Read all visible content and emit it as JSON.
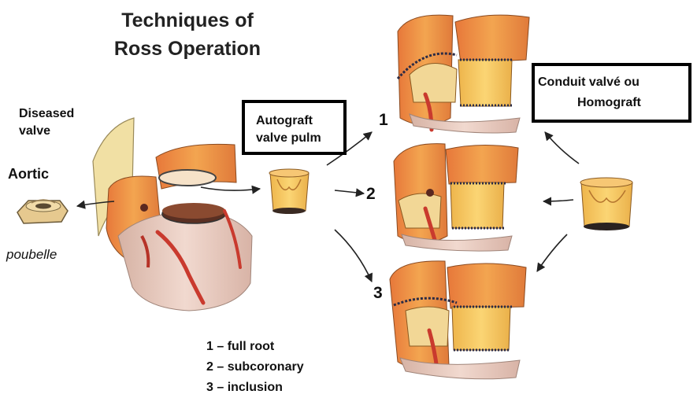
{
  "title": {
    "line1": "Techniques of",
    "line2": "Ross Operation"
  },
  "labels": {
    "diseased": {
      "line1": "Diseased",
      "line2": "valve"
    },
    "aortic": "Aortic",
    "poubelle": "poubelle",
    "autograft": {
      "line1": "Autograft",
      "line2": "valve pulm"
    },
    "homograft": {
      "line1": "Conduit valvé ou",
      "line2": "Homograft"
    }
  },
  "numbers": [
    "1",
    "2",
    "3"
  ],
  "legend": [
    "1 – full root",
    "2 – subcoronary",
    "3 – inclusion"
  ],
  "colors": {
    "tissue_orange": "#e98a3c",
    "tissue_yellow": "#f5c860",
    "tissue_red": "#d9553a",
    "tissue_pink": "#e8c3b5",
    "suture": "#2b2b45",
    "box_border": "#000000"
  }
}
